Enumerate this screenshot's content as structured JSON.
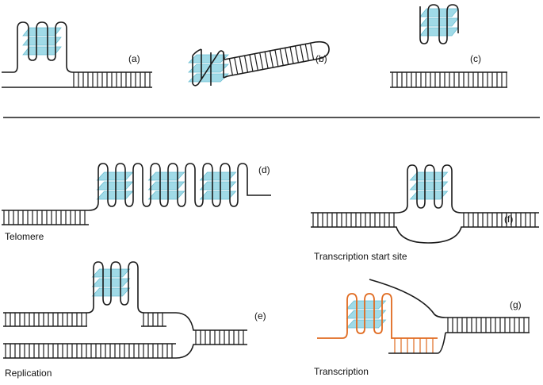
{
  "colors": {
    "strand": "#1a1a1a",
    "tetrad": "#8fd3e3",
    "tetrad_edge": "#6cbfd2",
    "rna": "#e06a1f"
  },
  "panels": {
    "a": {
      "label": "(a)"
    },
    "b": {
      "label": "(b)"
    },
    "c": {
      "label": "(c)"
    },
    "d": {
      "label": "(d)",
      "caption": "Telomere"
    },
    "e": {
      "label": "(e)",
      "caption": "Replication"
    },
    "f": {
      "label": "(f)",
      "caption": "Transcription start site"
    },
    "g": {
      "label": "(g)",
      "caption": "Transcription"
    }
  }
}
